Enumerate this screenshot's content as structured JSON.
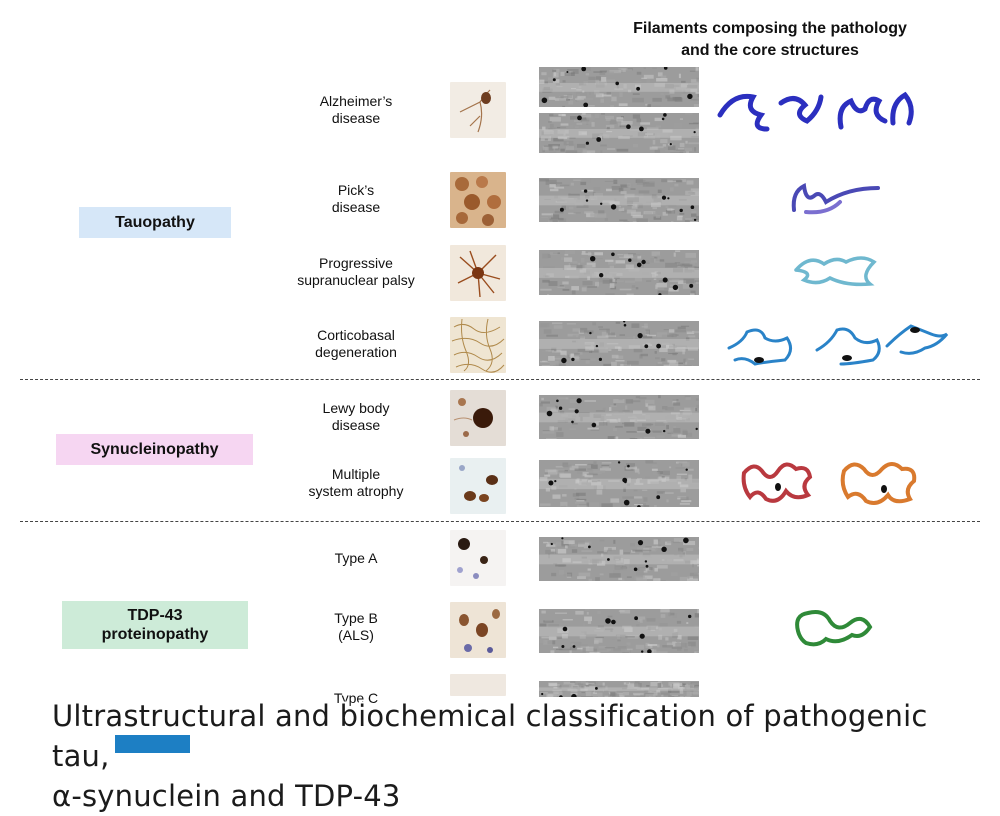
{
  "header": {
    "line1": "Filaments composing the pathology",
    "line2": "and the core structures"
  },
  "categories": [
    {
      "label": "Tauopathy",
      "color": "#d6e7f8"
    },
    {
      "label": "Synucleinopathy",
      "color": "#f6d6f2"
    },
    {
      "line1": "TDP-43",
      "line2": "proteinopathy",
      "color": "#cdebd8"
    },
    {
      "color": "#1d7fc4"
    }
  ],
  "diseases": [
    {
      "line1": "Alzheimer’s",
      "line2": "disease"
    },
    {
      "line1": "Pick’s",
      "line2": "disease"
    },
    {
      "line1": "Progressive",
      "line2": "supranuclear palsy"
    },
    {
      "line1": "Corticobasal",
      "line2": "degeneration"
    },
    {
      "line1": "Lewy body",
      "line2": "disease"
    },
    {
      "line1": "Multiple",
      "line2": "system atrophy"
    },
    {
      "line1": "Type A"
    },
    {
      "line1": "Type B",
      "line2": "(ALS)"
    },
    {
      "line1": "Type C"
    }
  ],
  "caption": {
    "line1": "Ultrastructural and biochemical classification of pathogenic tau,",
    "line2": "α-synuclein and TDP-43"
  },
  "structure_colors": {
    "alzheimer": "#2b2fbf",
    "pick": "#4a49b5",
    "psp": "#6fb8cf",
    "cbd": "#2a83c8",
    "msa1": "#b9393f",
    "msa2": "#d97a2e",
    "tdp": "#2f8a38"
  }
}
